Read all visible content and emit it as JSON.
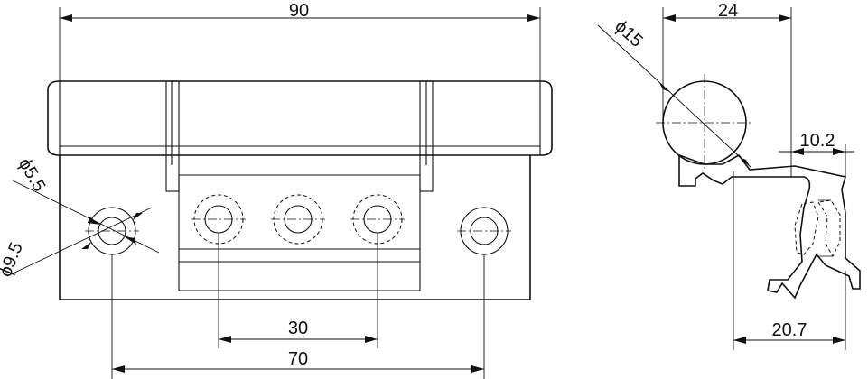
{
  "dimensions": {
    "overall_width": "90",
    "hole_pitch_inner": "30",
    "hole_pitch_outer": "70",
    "hole_dia_small": "ϕ5.5",
    "hole_dia_large": "ϕ9.5",
    "knuckle_dia": "ϕ15",
    "side_width": "24",
    "side_offset": "10.2",
    "side_depth": "20.7"
  }
}
